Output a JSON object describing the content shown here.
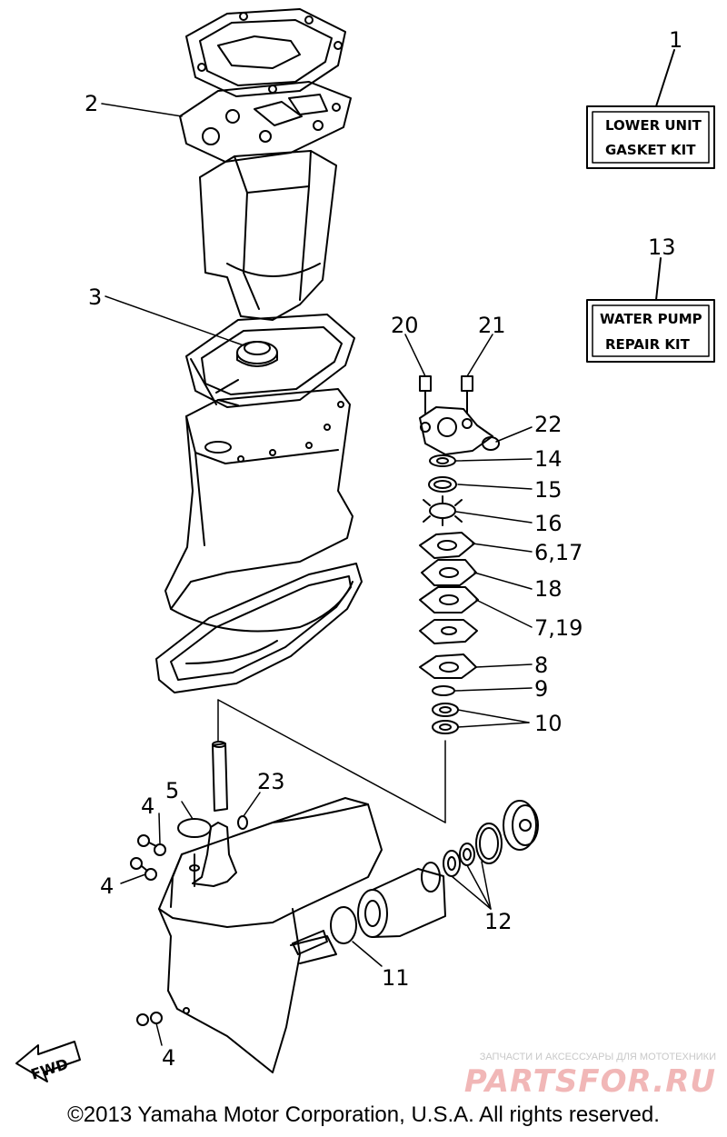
{
  "kits": [
    {
      "number": "1",
      "line1": "LOWER UNIT",
      "line2": "GASKET KIT"
    },
    {
      "number": "13",
      "line1": "WATER PUMP",
      "line2": "REPAIR KIT"
    }
  ],
  "callouts": {
    "c2": "2",
    "c3": "3",
    "c20": "20",
    "c21": "21",
    "c22": "22",
    "c14": "14",
    "c15": "15",
    "c16": "16",
    "c6_17": "6,17",
    "c18": "18",
    "c7_19": "7,19",
    "c8": "8",
    "c9": "9",
    "c10": "10",
    "c5": "5",
    "c23": "23",
    "c4a": "4",
    "c4b": "4",
    "c4c": "4",
    "c11": "11",
    "c12": "12"
  },
  "direction_label": "FWD",
  "copyright": "©2013 Yamaha Motor Corporation, U.S.A. All rights reserved.",
  "watermark": {
    "tagline": "ЗАПЧАСТИ И АКСЕССУАРЫ ДЛЯ МОТОТЕХНИКИ",
    "logo": "PARTSFOR.RU"
  }
}
